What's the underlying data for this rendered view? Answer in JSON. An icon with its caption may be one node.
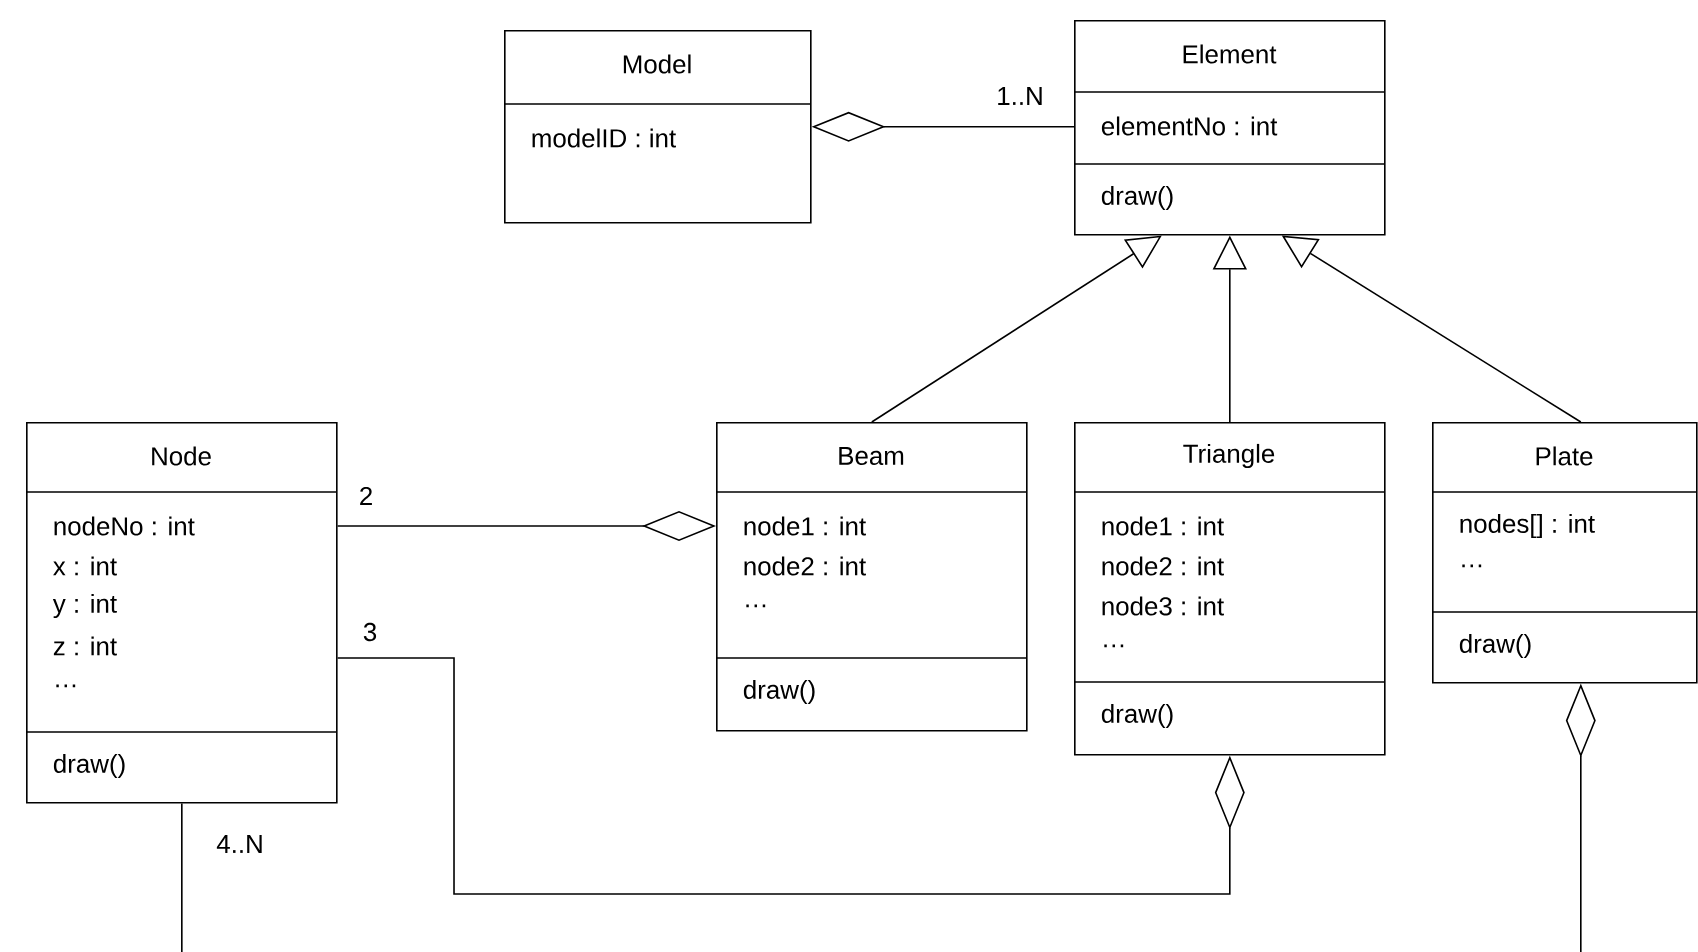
{
  "diagram": {
    "nodes": [
      {
        "text": [
          "Model",
          "modelID : int"
        ]
      },
      {
        "text": [
          "Element",
          "elementNo : int",
          "draw()"
        ]
      },
      {
        "text": [
          "Node",
          "nodeNo : int",
          "x : int",
          "y : int",
          "z : int",
          "…",
          "draw()"
        ]
      },
      {
        "text": [
          "Beam",
          "node1 : int",
          "node2 : int",
          "…",
          "draw()"
        ]
      },
      {
        "text": [
          "Triangle",
          "node1 : int",
          "node2 : int",
          "node3 : int",
          "…",
          "draw()"
        ]
      },
      {
        "text": [
          "Plate",
          "nodes[] : int",
          "…",
          "draw()"
        ]
      }
    ],
    "edges": [
      {
        "from": 0,
        "to": 1,
        "arrow": "other",
        "label": "1..N"
      },
      {
        "from": 3,
        "to": 1,
        "arrow": "to"
      },
      {
        "from": 4,
        "to": 1,
        "arrow": "to"
      },
      {
        "from": 5,
        "to": 1,
        "arrow": "to"
      },
      {
        "from": 3,
        "to": 2,
        "arrow": "other",
        "label": "2"
      },
      {
        "from": 4,
        "to": 2,
        "arrow": "other",
        "label": "3"
      },
      {
        "from": 5,
        "to": 2,
        "arrow": "other",
        "label": "4..N"
      }
    ]
  }
}
